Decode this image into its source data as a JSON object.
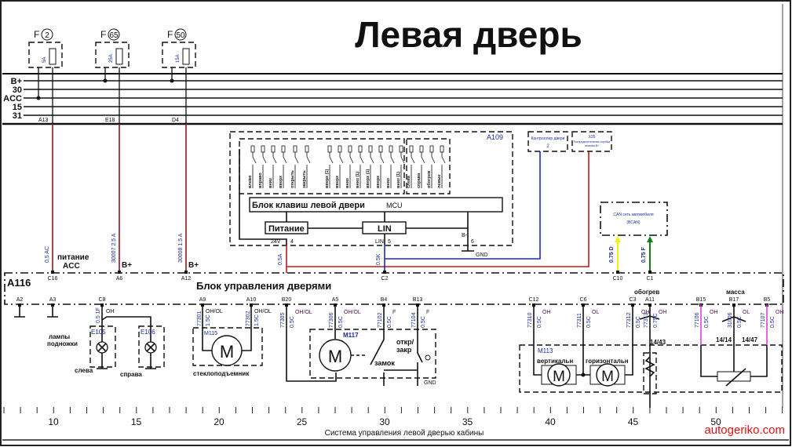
{
  "title": "Левая дверь",
  "fuses": [
    {
      "name": "F",
      "num": "2",
      "rating": "5A",
      "pin": "A13"
    },
    {
      "name": "F",
      "num": "65",
      "rating": "25A",
      "pin": "E18"
    },
    {
      "name": "F",
      "num": "50",
      "rating": "15A",
      "pin": "D4"
    }
  ],
  "buses": [
    "B+",
    "30",
    "ACC",
    "15",
    "31"
  ],
  "power_wires": [
    {
      "code": "0.5 AC",
      "label": "питание",
      "label2": "ACC"
    },
    {
      "code": "30007 2.5 A",
      "label": "B+"
    },
    {
      "code": "30008 1.5 A",
      "label": "B+"
    }
  ],
  "a109": {
    "id": "A109",
    "switches": [
      "влево",
      "вправо",
      "вниз",
      "вверх",
      "открыть",
      "закрыть",
      "вверх (1)",
      "вверх",
      "вниз",
      "вниз (1)",
      "вверх (1)",
      "вверх",
      "вниз",
      "вниз (1)",
      "слева",
      "справа",
      "обогрев",
      "левые"
    ],
    "mcu_label": "Блок клавиш левой двери",
    "mcu": "MCU",
    "power": "Питание",
    "lin": "LIN",
    "v24": "24V",
    "pin4": "4",
    "lin_pin": "LIN",
    "pin5": "5",
    "bminus": "B-",
    "pin6": "6",
    "gnd": "GND"
  },
  "modules": {
    "door_ctrl": {
      "line1": "Контроллер двери",
      "line2": "2"
    },
    "x25": {
      "line1": "X25",
      "line2": "Распределительная коробка",
      "line3": "питания B+"
    },
    "can": {
      "line1": "CAN сеть автомобиля",
      "line2": "(BCAN)"
    }
  },
  "can_wires": [
    {
      "code": "0.75 D",
      "color": "#f4f400"
    },
    {
      "code": "0.75 F",
      "color": "#108010"
    }
  ],
  "link_wires": {
    "red_code": "0.5A",
    "blue_code": "0.5K",
    "red": "#c01818",
    "blue": "#1a2ac0"
  },
  "a116": {
    "id": "A116",
    "label": "Блок управления дверями",
    "top_pins": [
      "C16",
      "A6",
      "A12",
      "C2",
      "C10",
      "C1"
    ],
    "bottom_pins": [
      "A2",
      "A3",
      "C8",
      "A9",
      "A10",
      "B20",
      "A5",
      "B4",
      "B13",
      "C12",
      "C6",
      "C3",
      "A11",
      "B15",
      "B17",
      "B5"
    ],
    "heating": "обогрев",
    "mass": "масса"
  },
  "gnd": "GND",
  "lamps": {
    "label1": "лампы",
    "label2": "подножки",
    "left": "слева",
    "right": "справа",
    "e1": "E105",
    "e2": "E106",
    "wire": "0.5 1F",
    "wire_color": "OH"
  },
  "window_motor": {
    "id": "M115",
    "label": "стеклоподъемник",
    "w1": "77301",
    "w1b": "1.5C",
    "w2": "77302",
    "w2b": "1.5C",
    "c": "OH/OL"
  },
  "lock": {
    "id": "M117",
    "motor": "M",
    "lock": "замок",
    "open_close1": "откр/",
    "open_close2": "закр",
    "wires": [
      {
        "n": "77305",
        "g": "0.5C",
        "c": "OH/OL"
      },
      {
        "n": "77306",
        "g": "0.5C",
        "c": "OH/OL"
      },
      {
        "n": "77102",
        "g": "0.5C",
        "c": "F"
      },
      {
        "n": "77104",
        "g": "0.5C",
        "c": "F"
      }
    ]
  },
  "mirror": {
    "id": "M113",
    "vertical": "вертикальн",
    "horizontal": "горизонтальн",
    "wires": [
      {
        "n": "77310",
        "g": "0.5C",
        "c": "OH"
      },
      {
        "n": "77311",
        "g": "0.5C",
        "c": "OL"
      },
      {
        "n": "77312",
        "g": "0.5C",
        "c": "OH"
      },
      {
        "n": "77313",
        "g": "0.75C",
        "c": "OH"
      },
      {
        "n": "77106",
        "g": "0.5C",
        "c": "OH"
      },
      {
        "n": "31006",
        "g": "0.5C",
        "c": "OL"
      },
      {
        "n": "77107",
        "g": "0.5C",
        "c": "OH"
      }
    ],
    "splice1": "14/43",
    "splice2": "14/14",
    "splice3": "14/47",
    "pink": "#e040e0"
  },
  "axis": [
    "10",
    "15",
    "20",
    "25",
    "30",
    "35",
    "40",
    "45",
    "50"
  ],
  "caption": "Система управления левой дверью кабины",
  "watermark": "autogeriko.com",
  "watermark_color": "#e01010"
}
